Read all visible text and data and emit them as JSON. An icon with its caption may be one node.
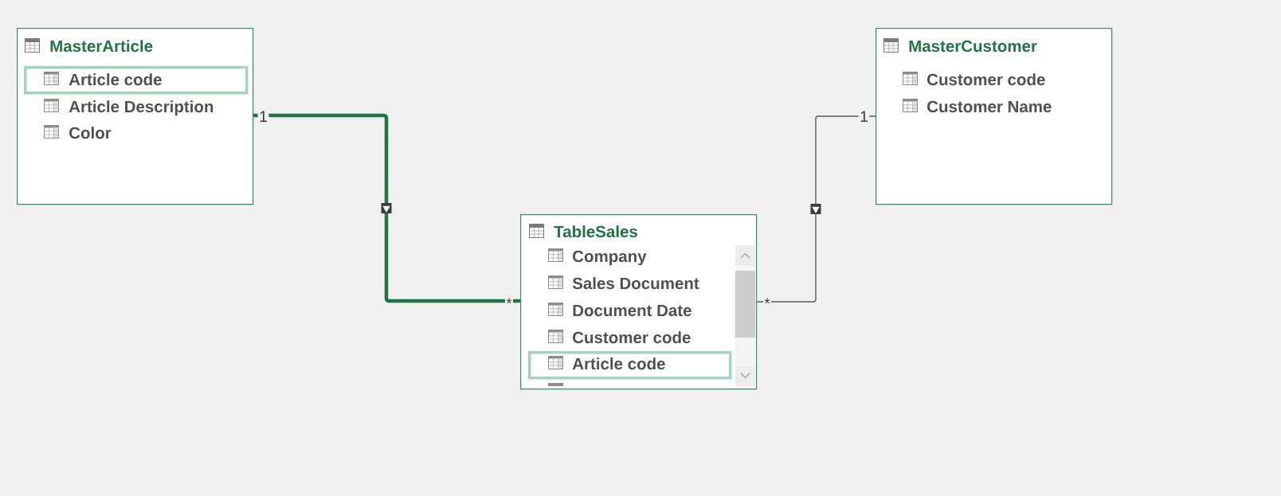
{
  "diagram": {
    "nodes": [
      {
        "text": [
          "MasterArticle",
          "Article Description",
          "Color"
        ]
      },
      {
        "text": [
          "Article code"
        ],
        "in": 0
      },
      {
        "text": [
          "MasterCustomer",
          "Customer code",
          "Customer Name"
        ]
      },
      {
        "text": [
          "TableSales",
          "Company",
          "Sales Document",
          "Document Date",
          "Customer code"
        ]
      },
      {
        "text": [
          "Article code"
        ],
        "in": 3
      }
    ],
    "edges": [
      {
        "from": 0,
        "to": 3,
        "arrow": "to",
        "style": "thick",
        "color": "#217346"
      },
      {
        "from": 2,
        "to": 3,
        "arrow": "to"
      }
    ],
    "labels": [
      "1",
      "1",
      "*",
      "*"
    ]
  }
}
